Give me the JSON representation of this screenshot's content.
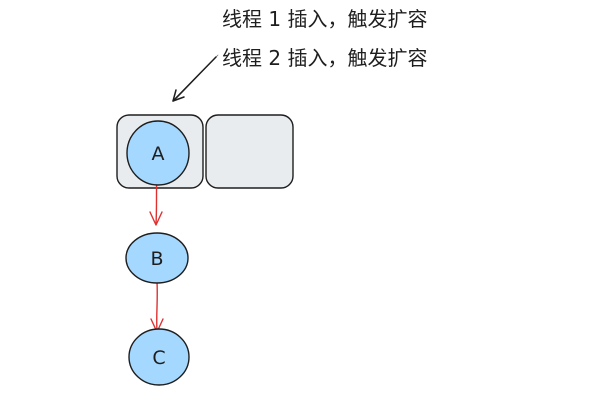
{
  "annotations": [
    {
      "text": "线程 1 插入，触发扩容"
    },
    {
      "text": "线程 2 插入，触发扩容"
    }
  ],
  "nodes": [
    {
      "id": "A",
      "label": "A"
    },
    {
      "id": "B",
      "label": "B"
    },
    {
      "id": "C",
      "label": "C"
    }
  ],
  "colors": {
    "bucket_fill": "#e9ecef",
    "bucket_stroke": "#1e1e1e",
    "node_fill": "#a5d8ff",
    "node_stroke": "#1e1e1e",
    "link_arrow": "#e03131",
    "pointer_arrow": "#1e1e1e",
    "text": "#1e1e1e"
  }
}
